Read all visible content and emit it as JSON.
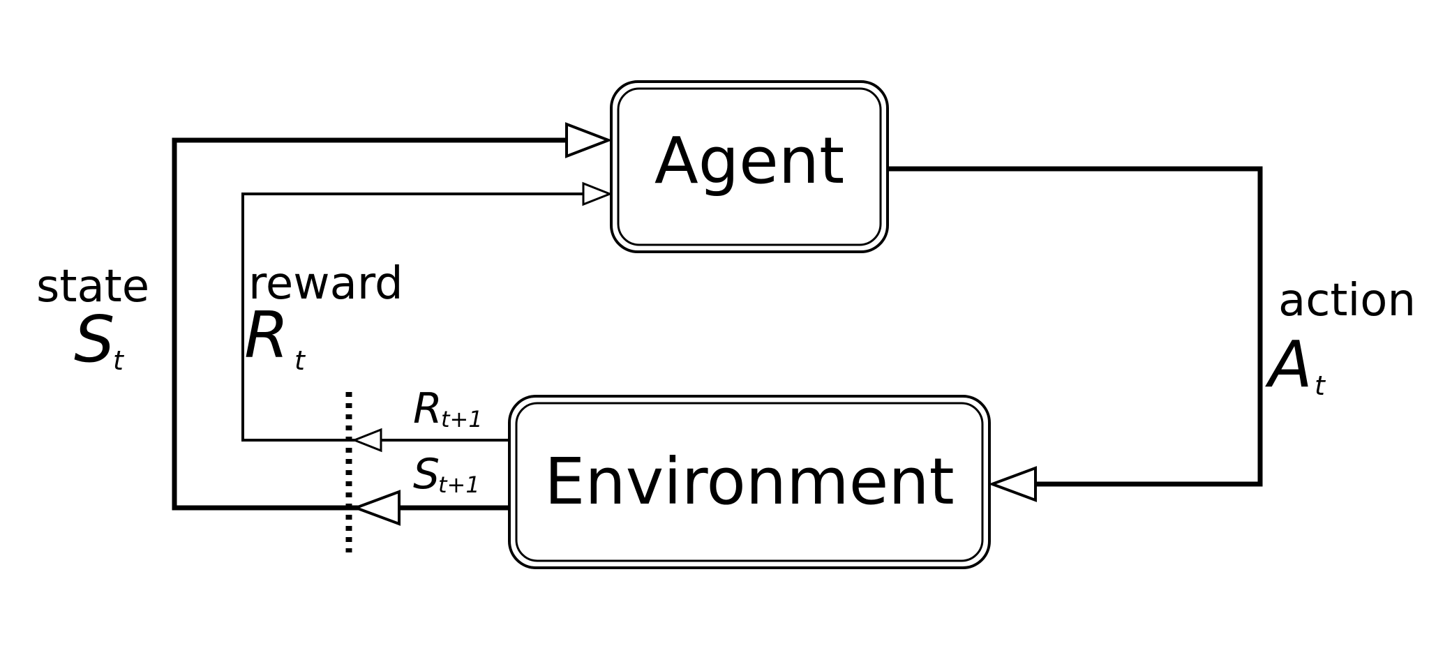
{
  "nodes": {
    "agent": {
      "label": "Agent"
    },
    "environment": {
      "label": "Environment"
    }
  },
  "edges": {
    "action": {
      "word": "action",
      "symbol": "A",
      "subscript": "t"
    },
    "state": {
      "word": "state",
      "symbol": "S",
      "subscript": "t"
    },
    "reward": {
      "word": "reward",
      "symbol": "R",
      "subscript": "t"
    },
    "next_reward": {
      "symbol": "R",
      "subscript": "t+1"
    },
    "next_state": {
      "symbol": "S",
      "subscript": "t+1"
    }
  }
}
